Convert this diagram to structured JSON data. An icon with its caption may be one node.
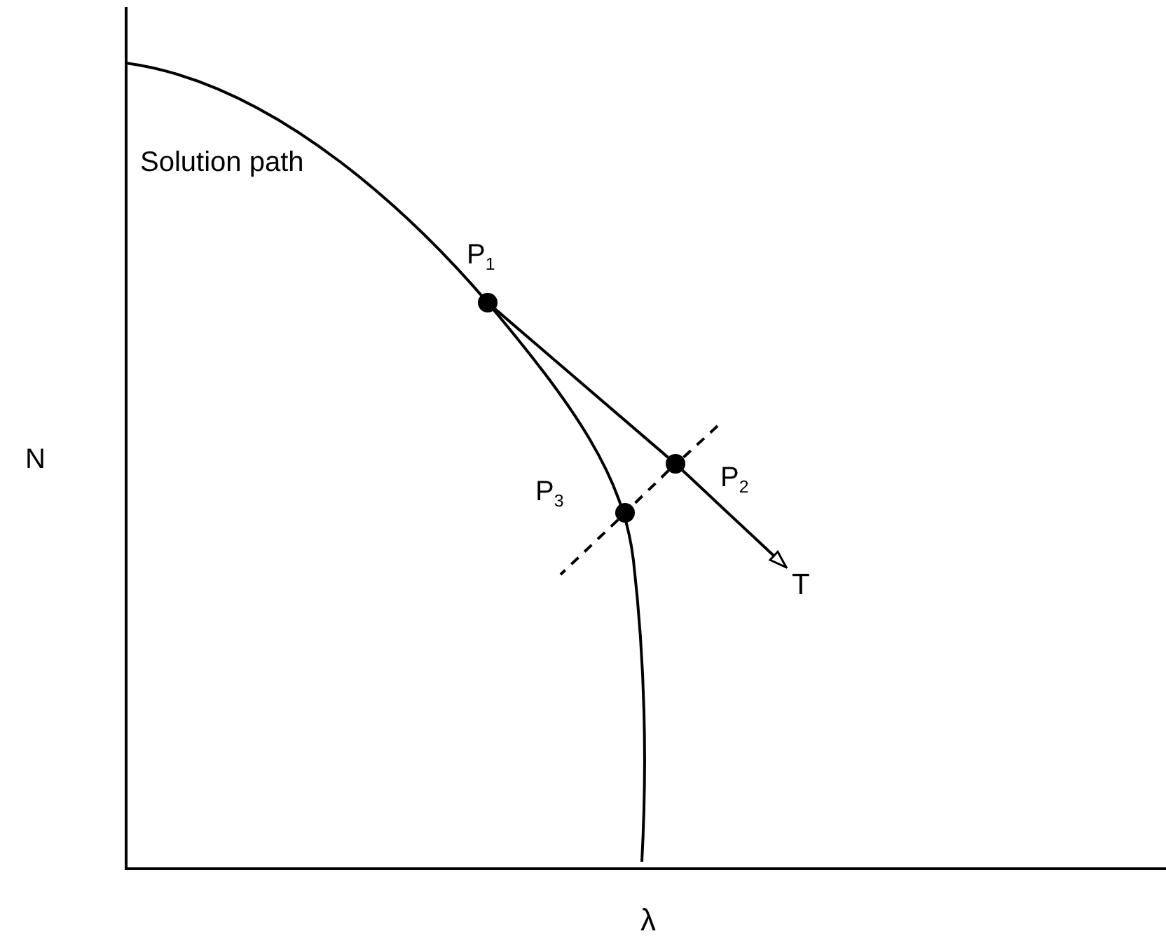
{
  "diagram": {
    "nodes": [
      {
        "text": [],
        "shape": "circle",
        "beside": [
          "P$_{1}$"
        ]
      },
      {
        "text": [],
        "shape": "circle",
        "beside": [
          "P$_{2}$"
        ]
      },
      {
        "text": [],
        "shape": "circle",
        "beside": [
          "P$_{3}$"
        ]
      },
      {
        "text": [
          "T"
        ]
      }
    ],
    "edges": [
      {
        "from": 0,
        "to": 1,
        "arrow": "none"
      },
      {
        "from": 1,
        "to": 3,
        "arrow": "to"
      },
      {
        "from": 1,
        "to": 2,
        "arrow": "none",
        "style": "dashed"
      }
    ],
    "labels": [
      "Solution path",
      "N",
      "λ"
    ]
  }
}
